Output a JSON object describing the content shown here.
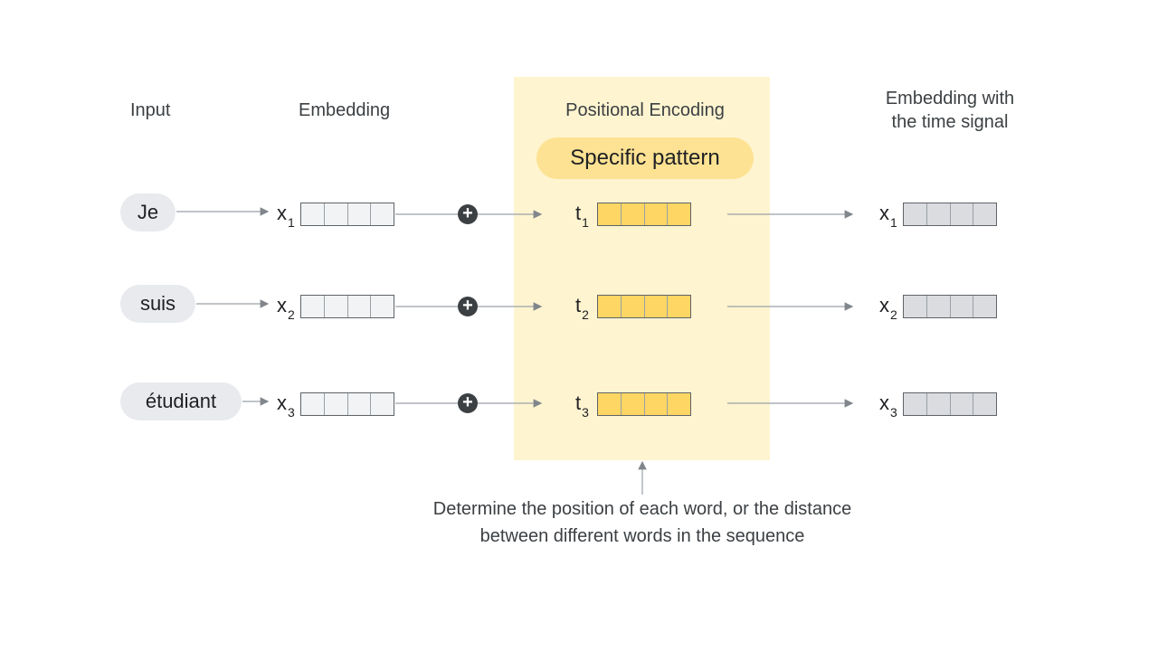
{
  "headers": {
    "input": "Input",
    "embedding": "Embedding",
    "positional_encoding": "Positional Encoding",
    "embedding_time_line1": "Embedding with",
    "embedding_time_line2": "the time signal"
  },
  "pattern_label": "Specific pattern",
  "rows": [
    {
      "word": "Je",
      "x_var": "x",
      "x_sub": "1",
      "t_var": "t",
      "t_sub": "1"
    },
    {
      "word": "suis",
      "x_var": "x",
      "x_sub": "2",
      "t_var": "t",
      "t_sub": "2"
    },
    {
      "word": "étudiant",
      "x_var": "x",
      "x_sub": "3",
      "t_var": "t",
      "t_sub": "3"
    }
  ],
  "plus_symbol": "+",
  "footnote": {
    "line1": "Determine the position of each word, or the distance",
    "line2": "between different words in the sequence"
  },
  "colors": {
    "panel": "#fef4d0",
    "pattern_pill": "#fde293",
    "yellow_cells": "#fdd663",
    "gray_cells": "#dadce0",
    "plain_cells": "#f1f3f4"
  }
}
